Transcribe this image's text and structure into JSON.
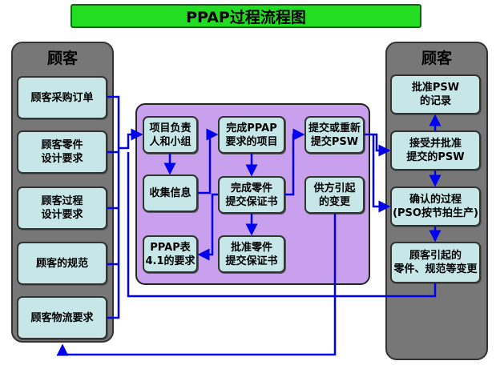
{
  "title": "PPAP过程流程图",
  "left_panel": {
    "heading": "顾客",
    "boxes": [
      "顾客采购订单",
      "顾客零件\n设计要求",
      "顾客过程\n设计要求",
      "顾客的规范",
      "顾客物流要求"
    ]
  },
  "right_panel": {
    "heading": "顾客",
    "boxes": [
      "批准PSW\n的记录",
      "接受并批准\n提交的PSW",
      "确认的过程\n(PSO按节拍生产)",
      "顾客引起的\n零件、规范等变更"
    ]
  },
  "center_panel": {
    "boxes": {
      "project_team": "项目负责\n人和小组",
      "collect_info": "收集信息",
      "ppap_table": "PPAP表\n4.1的要求",
      "complete_items": "完成PPAP\n要求的项目",
      "complete_psw": "完成零件\n提交保证书",
      "approve_psw": "批准零件\n提交保证书",
      "submit_psw": "提交或重新\n提交PSW",
      "supplier_change": "供方引起\n的变更"
    }
  },
  "colors": {
    "arrow": "#0000ee",
    "box_fill": "#c7e6e8",
    "panel": "#777777",
    "center": "#c9a0ee",
    "title_bg": "#22dd22"
  }
}
